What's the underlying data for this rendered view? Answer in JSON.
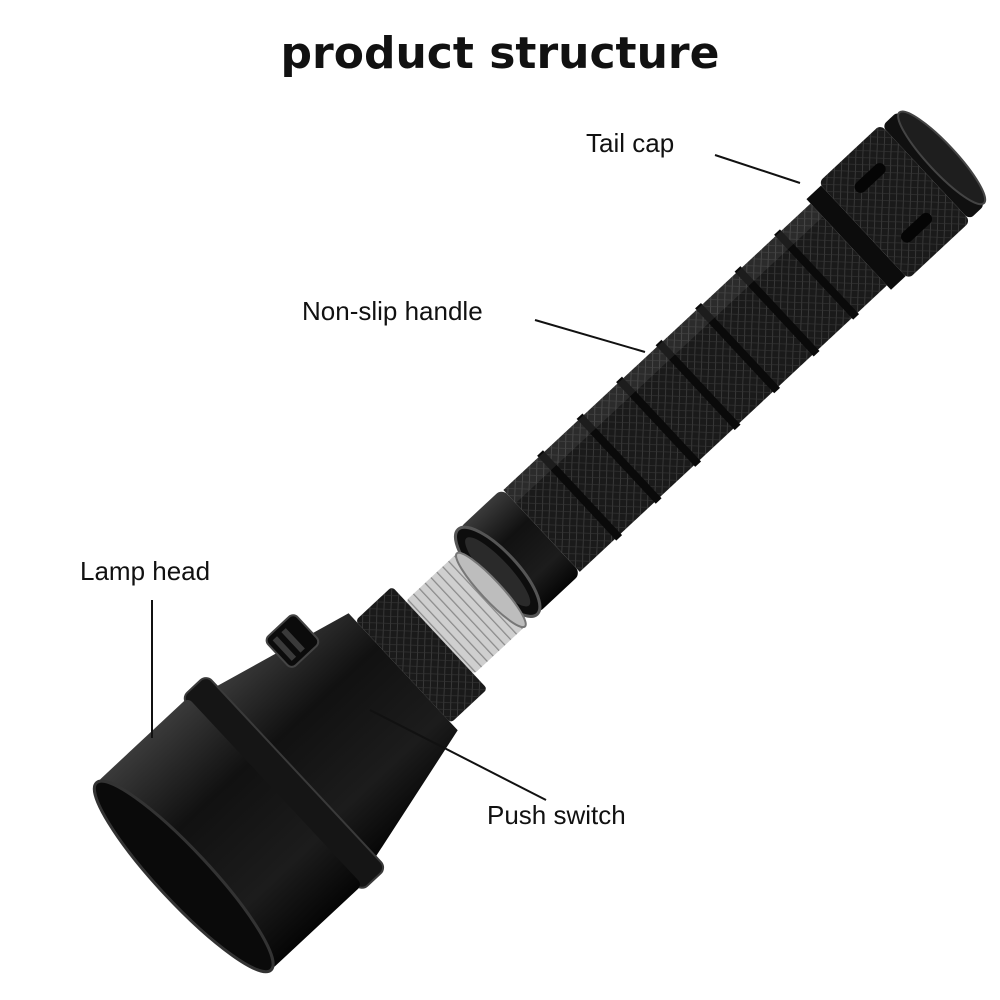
{
  "diagram": {
    "title": "product structure",
    "labels": {
      "tail_cap": "Tail cap",
      "handle": "Non-slip handle",
      "lamp_head": "Lamp head",
      "switch": "Push switch"
    },
    "colors": {
      "body": "#141414",
      "highlight": "#5a5a5a",
      "thread": "#d9d9d9",
      "text": "#111111"
    }
  }
}
